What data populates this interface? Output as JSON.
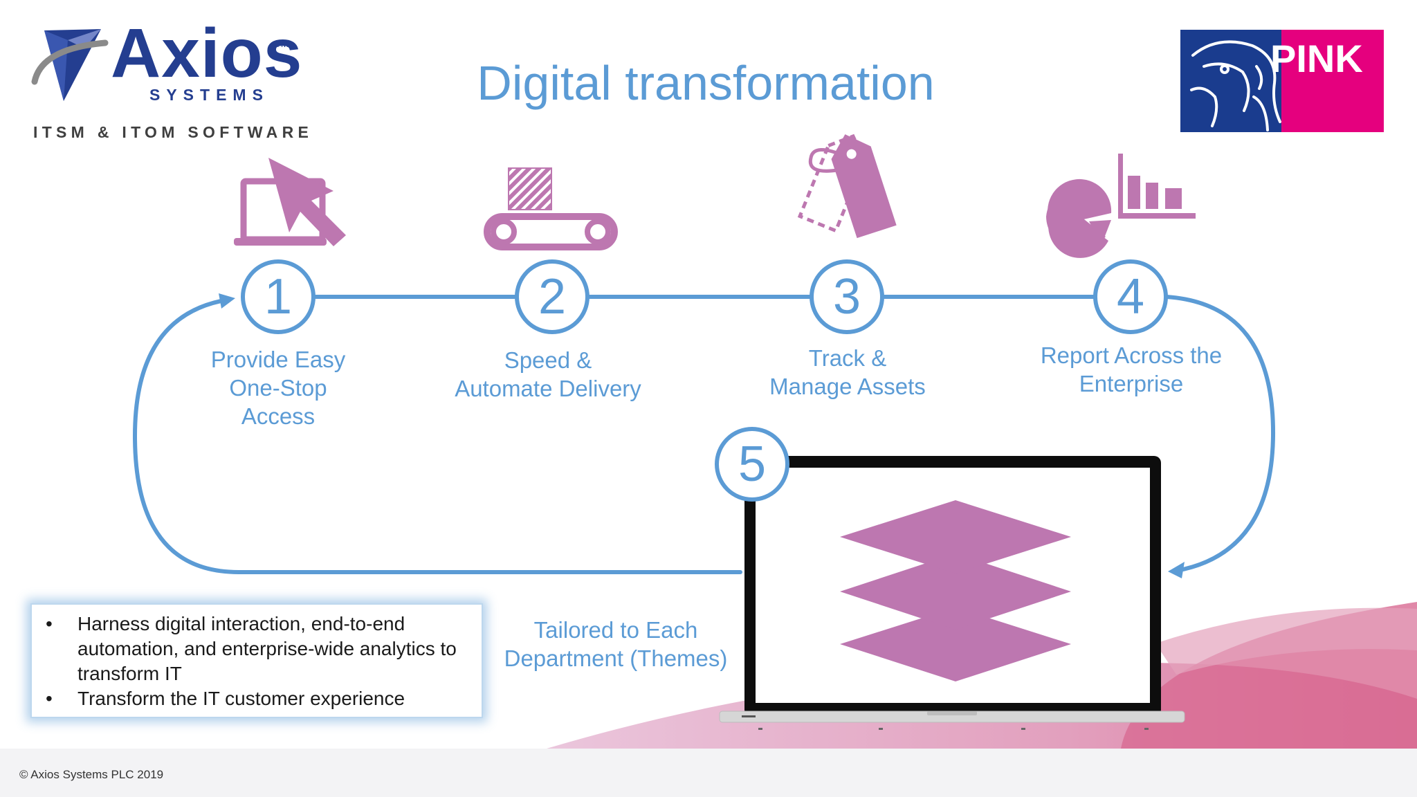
{
  "header": {
    "title": "Digital transformation"
  },
  "logo": {
    "brand": "Axios",
    "trademark": "TM",
    "sub": "SYSTEMS",
    "tagline": "ITSM & ITOM SOFTWARE"
  },
  "partner_logo": {
    "word": "PINK"
  },
  "steps": [
    {
      "number": "1",
      "label_lines": [
        "Provide Easy",
        "One-Stop",
        "Access"
      ],
      "icon": "laptop-cursor-icon"
    },
    {
      "number": "2",
      "label_lines": [
        "Speed &",
        "Automate Delivery"
      ],
      "icon": "conveyor-belt-icon"
    },
    {
      "number": "3",
      "label_lines": [
        "Track &",
        "Manage Assets"
      ],
      "icon": "asset-tag-icon"
    },
    {
      "number": "4",
      "label_lines": [
        "Report Across the",
        "Enterprise"
      ],
      "icon": "pie-bar-chart-icon"
    },
    {
      "number": "5",
      "icon": "layers-icon"
    }
  ],
  "tailored": {
    "line1": "Tailored to Each",
    "line2": "Department (Themes)"
  },
  "bullets": [
    "Harness digital interaction, end-to-end automation, and enterprise-wide analytics to transform IT",
    "Transform the IT customer experience"
  ],
  "footer": {
    "copyright": "© Axios Systems PLC 2019"
  },
  "colors": {
    "accent_blue": "#5b9bd5",
    "icon_purple": "#bd77b0",
    "brand_navy": "#243e90",
    "pink": "#e5007e",
    "pink_blue": "#1a3c8e"
  }
}
